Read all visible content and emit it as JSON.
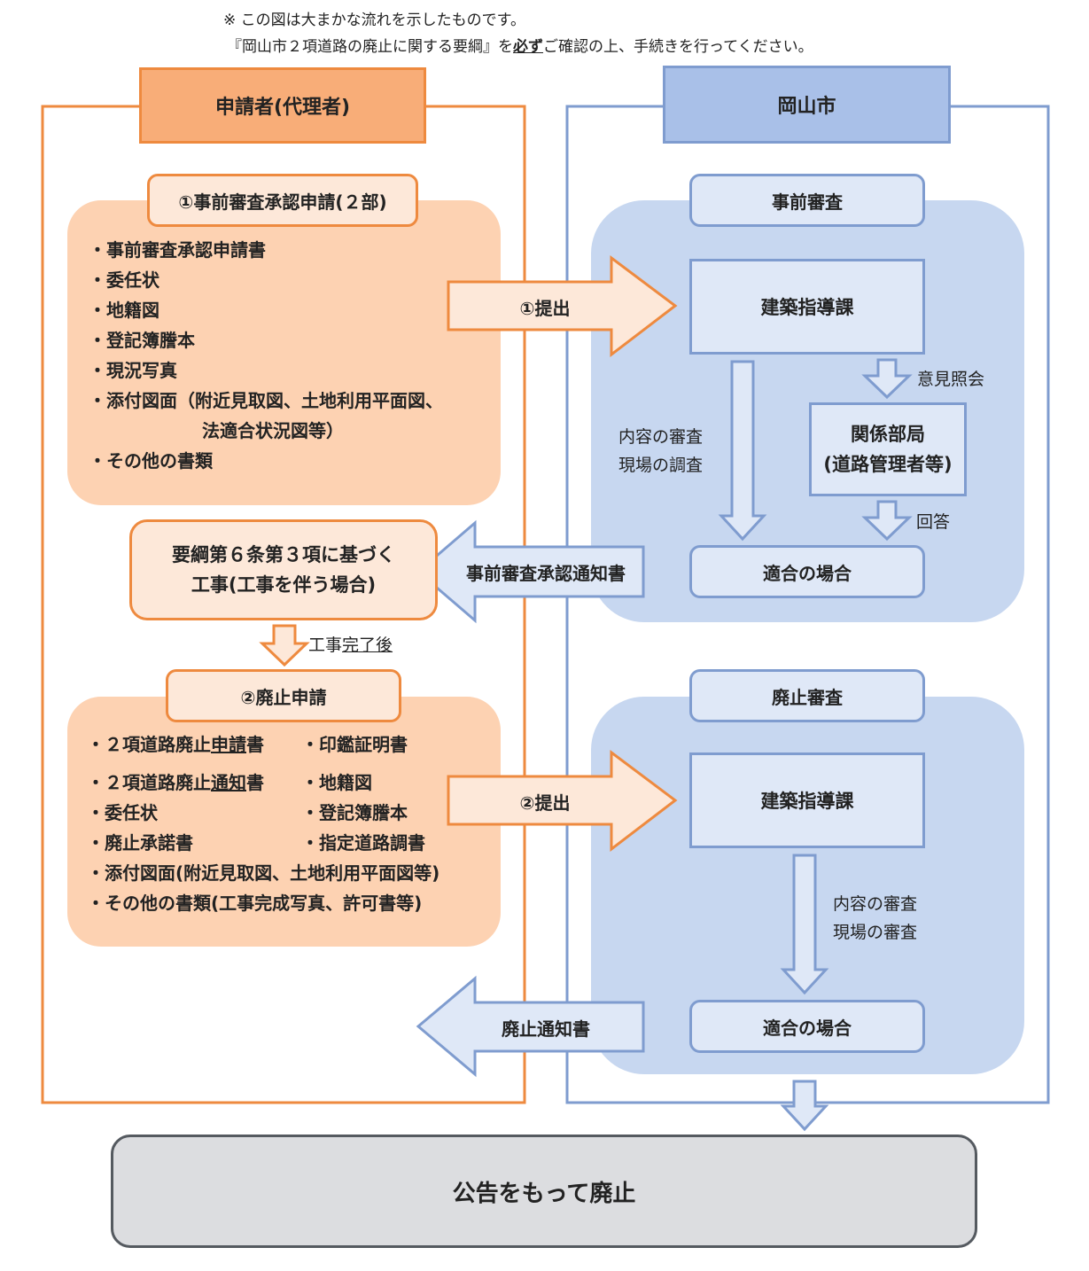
{
  "notes": {
    "line1": "※ この図は大まかな流れを示したものです。",
    "line2_a": "『岡山市２項道路の廃止に関する要綱』を",
    "line2_b": "必ず",
    "line2_c": "ご確認の上、手続きを行ってください。"
  },
  "applicant": {
    "header": "申請者(代理者)",
    "step1": {
      "title": "①事前審査承認申請(２部)",
      "items": [
        "・事前審査承認申請書",
        "・委任状",
        "・地籍図",
        "・登記簿謄本",
        "・現況写真",
        "・添付図面（附近見取図、土地利用平面図、",
        "法適合状況図等）",
        "・その他の書類"
      ]
    },
    "construction": {
      "line1": "要綱第６条第３項に基づく",
      "line2": "工事(工事を伴う場合)"
    },
    "after_work": {
      "prefix": "工事",
      "underlined": "完了後"
    },
    "step2": {
      "title": "②廃止申請",
      "item1_a": "・２項道路廃止",
      "item1_b": "申請",
      "item1_c": "書",
      "item1_right": "・印鑑証明書",
      "item2_a": "・２項道路廃止",
      "item2_b": "通知",
      "item2_c": "書",
      "item2_right": "・地籍図",
      "item3_left": "・委任状",
      "item3_right": "・登記簿謄本",
      "item4_left": "・廃止承諾書",
      "item4_right": "・指定道路調書",
      "item5": "・添付図面(附近見取図、土地利用平面図等)",
      "item6": "・その他の書類(工事完成写真、許可書等)"
    }
  },
  "city": {
    "header": "岡山市",
    "pre_review": {
      "title": "事前審査",
      "dept": "建築指導課",
      "opinion": "意見照会",
      "review_line1": "内容の審査",
      "review_line2": "現場の調査",
      "related_line1": "関係部局",
      "related_line2": "(道路管理者等)",
      "answer": "回答",
      "ok": "適合の場合"
    },
    "abolish_review": {
      "title": "廃止審査",
      "dept": "建築指導課",
      "review_line1": "内容の審査",
      "review_line2": "現場の審査",
      "ok": "適合の場合"
    }
  },
  "arrows": {
    "submit1": "①提出",
    "notice1": "事前審査承認通知書",
    "submit2": "②提出",
    "notice2": "廃止通知書"
  },
  "final": "公告をもって廃止",
  "colors": {
    "orange_border": "#ee8a3f",
    "orange_header": "#f8ad78",
    "orange_light": "#fdd2b2",
    "orange_pill": "#fde8d9",
    "blue_border": "#7f9ccf",
    "blue_header": "#a9c0e8",
    "blue_light": "#c7d7f0",
    "blue_pill": "#dfe8f7",
    "gray_fill": "#dcdde0",
    "gray_border": "#555a60"
  }
}
